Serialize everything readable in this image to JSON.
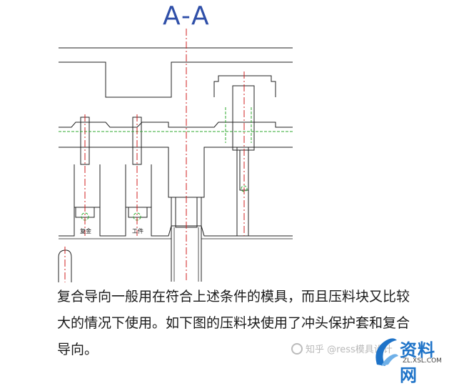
{
  "section_title": "A-A",
  "labels": {
    "left": "复金",
    "middle": "工件"
  },
  "paragraph": {
    "line1": "复合导向一般用在符合上述条件的模具，而且压料块又比较",
    "line2": "大的情况下使用。如下图的压料块使用了冲头保护套和复合",
    "line3": "导向。"
  },
  "watermark": "知乎 @ress模具设计",
  "logo": {
    "text": "资料网",
    "url": "ZL.XSL.COM"
  },
  "colors": {
    "title": "#2f4fa8",
    "centerline": "#d02020",
    "hidden": "#2fa82f",
    "dashed": "#c03030",
    "outline": "#222222",
    "logo": "#1e73c8"
  }
}
